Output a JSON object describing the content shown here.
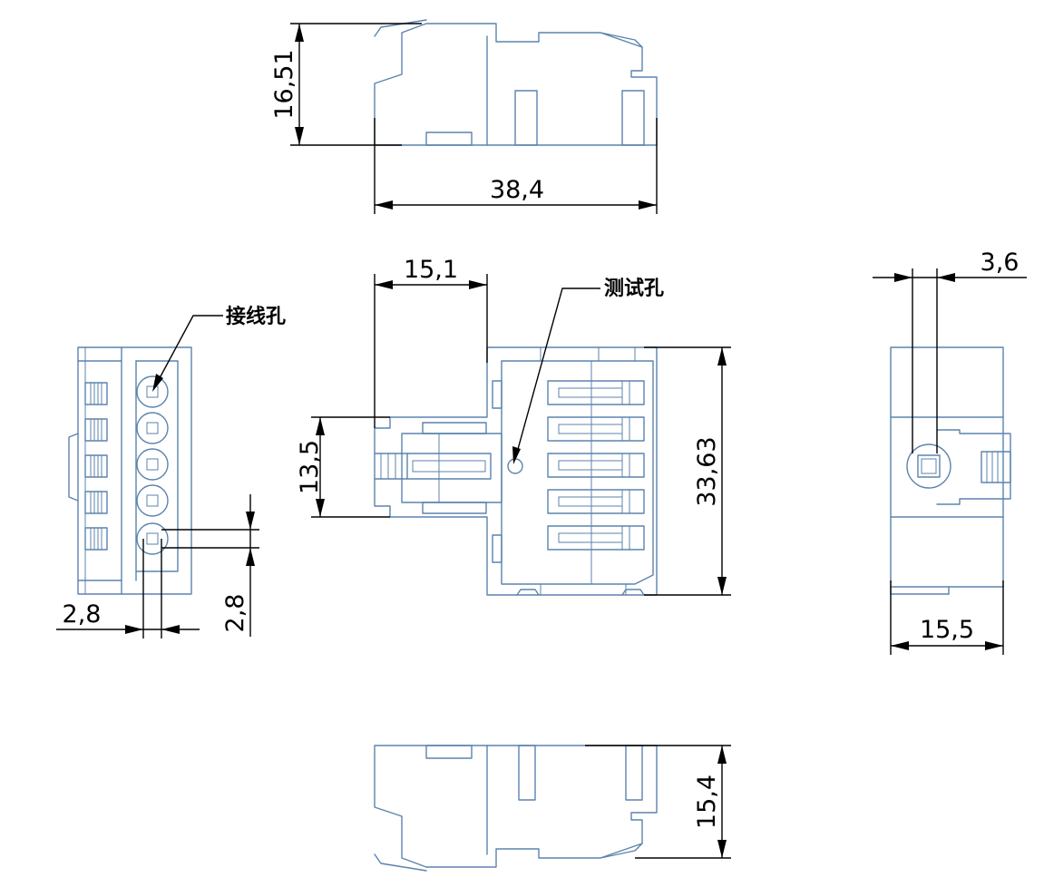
{
  "colors": {
    "part_outline": "#5b83ad",
    "dimension": "#000000",
    "background": "#ffffff"
  },
  "dimensions": {
    "top_height": "16,51",
    "top_length": "38,4",
    "front_left_width": "15,1",
    "front_tab_height": "13,5",
    "front_height": "33,63",
    "side_hole_pitch": "2,8",
    "side_hole_dia": "2,8",
    "right_offset": "3,6",
    "right_width": "15,5",
    "bottom_height": "15,4"
  },
  "callouts": {
    "wire_hole": "接线孔",
    "test_hole": "测试孔"
  }
}
